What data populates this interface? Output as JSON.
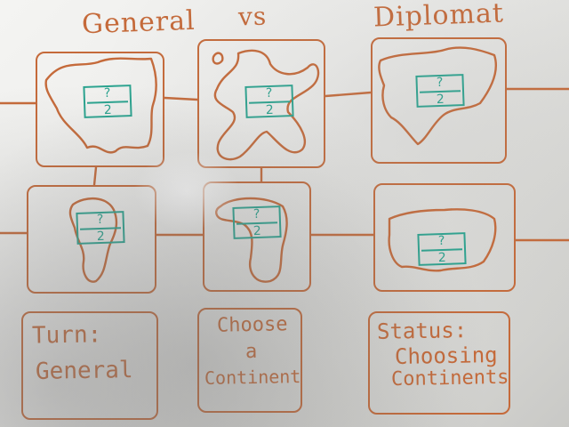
{
  "header": {
    "left": "General",
    "middle": "vs",
    "right": "Diplomat"
  },
  "territories": [
    {
      "id": "t1",
      "top": "?",
      "bottom": "2"
    },
    {
      "id": "t2",
      "top": "?",
      "bottom": "2"
    },
    {
      "id": "t3",
      "top": "?",
      "bottom": "2"
    },
    {
      "id": "t4",
      "top": "?",
      "bottom": "2"
    },
    {
      "id": "t5",
      "top": "?",
      "bottom": "2"
    },
    {
      "id": "t6",
      "top": "?",
      "bottom": "2"
    }
  ],
  "bottom_cards": {
    "turn": {
      "line1": "Turn:",
      "line2": "General"
    },
    "choose": {
      "line1": "Choose",
      "line2": "a",
      "line3": "Continent"
    },
    "status": {
      "line1": "Status:",
      "line2": "Choosing",
      "line3": "Continents"
    }
  }
}
